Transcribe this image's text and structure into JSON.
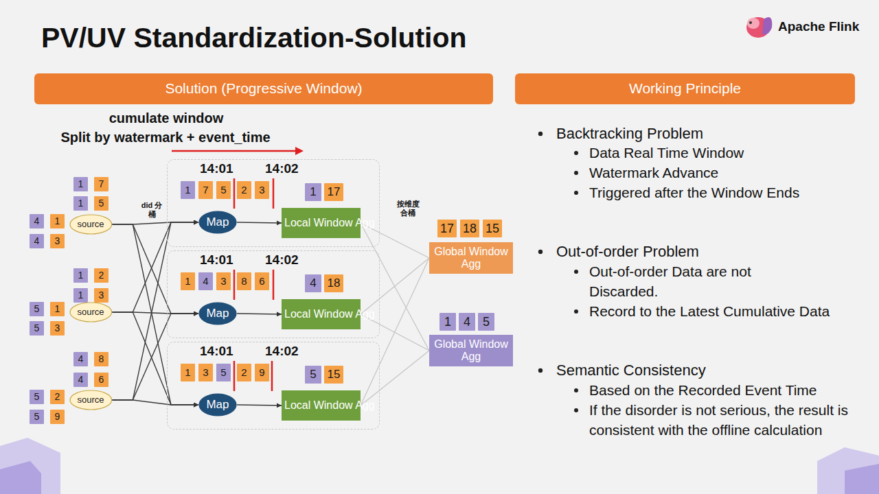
{
  "diagram": {
    "title": "PV/UV Standardization-Solution",
    "nodes": [
      {
        "text": [
          "Solution (Progressive Window)"
        ]
      },
      {
        "text": [
          "Working Principle"
        ]
      },
      {
        "text": [
          "1"
        ]
      },
      {
        "text": [
          "7"
        ]
      },
      {
        "text": [
          "1"
        ]
      },
      {
        "text": [
          "5"
        ]
      },
      {
        "text": [
          "4"
        ]
      },
      {
        "text": [
          "1"
        ]
      },
      {
        "text": [
          "4"
        ]
      },
      {
        "text": [
          "3"
        ]
      },
      {
        "text": [
          "source"
        ]
      },
      {
        "text": [
          "1"
        ]
      },
      {
        "text": [
          "2"
        ]
      },
      {
        "text": [
          "1"
        ]
      },
      {
        "text": [
          "3"
        ]
      },
      {
        "text": [
          "5"
        ]
      },
      {
        "text": [
          "1"
        ]
      },
      {
        "text": [
          "5"
        ]
      },
      {
        "text": [
          "3"
        ]
      },
      {
        "text": [
          "source"
        ]
      },
      {
        "text": [
          "4"
        ]
      },
      {
        "text": [
          "8"
        ]
      },
      {
        "text": [
          "4"
        ]
      },
      {
        "text": [
          "6"
        ]
      },
      {
        "text": [
          "5"
        ]
      },
      {
        "text": [
          "2"
        ]
      },
      {
        "text": [
          "5"
        ]
      },
      {
        "text": [
          "9"
        ]
      },
      {
        "text": [
          "source"
        ]
      },
      {
        "text": [
          "14:01",
          "14:02"
        ]
      },
      {
        "text": [
          "1"
        ],
        "in": 29
      },
      {
        "text": [
          "7"
        ],
        "in": 29
      },
      {
        "text": [
          "5"
        ],
        "in": 29
      },
      {
        "text": [
          "2"
        ],
        "in": 29
      },
      {
        "text": [
          "3"
        ],
        "in": 29
      },
      {
        "text": [
          "1"
        ],
        "in": 29
      },
      {
        "text": [
          "17"
        ],
        "in": 29
      },
      {
        "text": [
          "Map"
        ],
        "in": 29
      },
      {
        "text": [
          "Local Window Agg"
        ],
        "in": 29
      },
      {
        "text": [
          "14:01",
          "14:02"
        ]
      },
      {
        "text": [
          "1"
        ],
        "in": 39
      },
      {
        "text": [
          "4"
        ],
        "in": 39
      },
      {
        "text": [
          "3"
        ],
        "in": 39
      },
      {
        "text": [
          "8"
        ],
        "in": 39
      },
      {
        "text": [
          "6"
        ],
        "in": 39
      },
      {
        "text": [
          "4"
        ],
        "in": 39
      },
      {
        "text": [
          "18"
        ],
        "in": 39
      },
      {
        "text": [
          "Map"
        ],
        "in": 39
      },
      {
        "text": [
          "Local Window Agg"
        ],
        "in": 39
      },
      {
        "text": [
          "14:01",
          "14:02"
        ]
      },
      {
        "text": [
          "1"
        ],
        "in": 49
      },
      {
        "text": [
          "3"
        ],
        "in": 49
      },
      {
        "text": [
          "5"
        ],
        "in": 49
      },
      {
        "text": [
          "2"
        ],
        "in": 49
      },
      {
        "text": [
          "9"
        ],
        "in": 49
      },
      {
        "text": [
          "5"
        ],
        "in": 49
      },
      {
        "text": [
          "15"
        ],
        "in": 49
      },
      {
        "text": [
          "Map"
        ],
        "in": 49
      },
      {
        "text": [
          "Local Window Agg"
        ],
        "in": 49
      },
      {
        "text": [
          "17"
        ]
      },
      {
        "text": [
          "18"
        ]
      },
      {
        "text": [
          "15"
        ]
      },
      {
        "text": [
          "Global Window Agg"
        ]
      },
      {
        "text": [
          "1"
        ]
      },
      {
        "text": [
          "4"
        ]
      },
      {
        "text": [
          "5"
        ]
      },
      {
        "text": [
          "Global Window Agg"
        ]
      }
    ],
    "edges": [
      {
        "from": 10,
        "to": 37,
        "arrow": "to"
      },
      {
        "from": 10,
        "to": 47,
        "arrow": "to"
      },
      {
        "from": 10,
        "to": 57,
        "arrow": "to"
      },
      {
        "from": 19,
        "to": 37,
        "arrow": "to"
      },
      {
        "from": 19,
        "to": 47,
        "arrow": "to"
      },
      {
        "from": 19,
        "to": 57,
        "arrow": "to"
      },
      {
        "from": 28,
        "to": 37,
        "arrow": "to"
      },
      {
        "from": 28,
        "to": 47,
        "arrow": "to"
      },
      {
        "from": 28,
        "to": 57,
        "arrow": "to"
      },
      {
        "from": 37,
        "to": 38,
        "arrow": "to"
      },
      {
        "from": 47,
        "to": 48,
        "arrow": "to"
      },
      {
        "from": 57,
        "to": 58,
        "arrow": "to"
      },
      {
        "from": 38,
        "to": 62,
        "arrow": "none"
      },
      {
        "from": 38,
        "to": 66,
        "arrow": "none"
      },
      {
        "from": 48,
        "to": 62,
        "arrow": "none"
      },
      {
        "from": 48,
        "to": 66,
        "arrow": "none"
      },
      {
        "from": 58,
        "to": 62,
        "arrow": "none"
      },
      {
        "from": 58,
        "to": 66,
        "arrow": "none"
      }
    ],
    "labels": [
      "Apache Flink",
      "cumulate window",
      "Split by watermark + event_time",
      "did 分桶",
      "按维度 合桶",
      "Backtracking Problem",
      "Data Real Time Window",
      "Watermark Advance",
      "Triggered after the Window Ends",
      "Out-of-order Problem",
      "Out-of-order Data are not Discarded.",
      "Record to the Latest Cumulative Data",
      "Semantic Consistency",
      "Based on the Recorded Event Time",
      "If the disorder is not serious, the result is consistent with the offline calculation"
    ]
  }
}
